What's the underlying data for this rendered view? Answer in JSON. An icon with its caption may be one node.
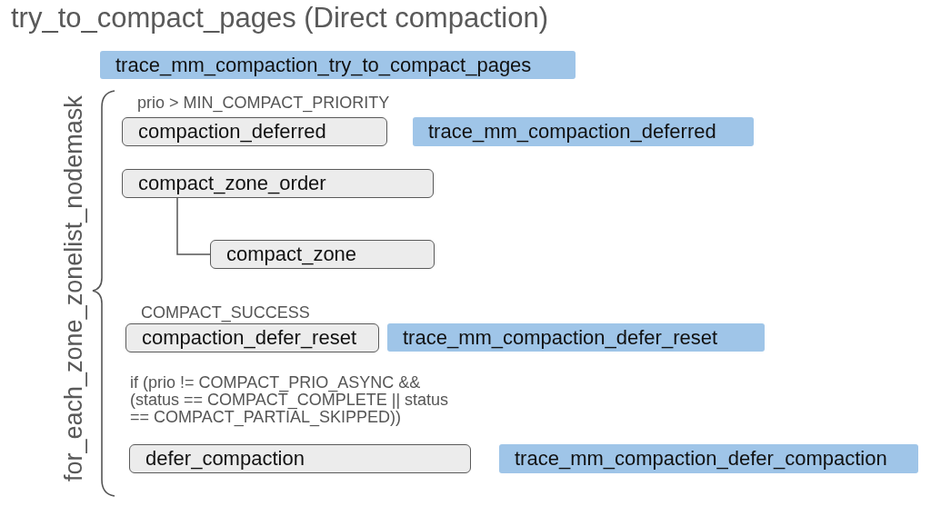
{
  "diagram": {
    "title": "try_to_compact_pages (Direct compaction)",
    "nodes": [
      {
        "text": [
          "trace_mm_compaction_try_to_compact_pages"
        ]
      },
      {
        "text": [
          "compaction_deferred"
        ],
        "beside": [
          "prio > MIN_COMPACT_PRIORITY"
        ]
      },
      {
        "text": [
          "trace_mm_compaction_deferred"
        ]
      },
      {
        "text": [
          "compact_zone_order"
        ]
      },
      {
        "text": [
          "compact_zone"
        ]
      },
      {
        "text": [
          "compaction_defer_reset"
        ],
        "beside": [
          "COMPACT_SUCCESS"
        ]
      },
      {
        "text": [
          "trace_mm_compaction_defer_reset"
        ]
      },
      {
        "text": [
          "defer_compaction"
        ],
        "beside": [
          "if (prio != COMPACT_PRIO_ASYNC && (status == COMPACT_COMPLETE || status == COMPACT_PARTIAL_SKIPPED))"
        ]
      },
      {
        "text": [
          "trace_mm_compaction_defer_compaction"
        ]
      }
    ],
    "edges": [
      {
        "from": 3,
        "to": 4,
        "arrow": "none"
      }
    ],
    "labels": [
      "for_each_zone_zonelist_nodemask"
    ]
  }
}
